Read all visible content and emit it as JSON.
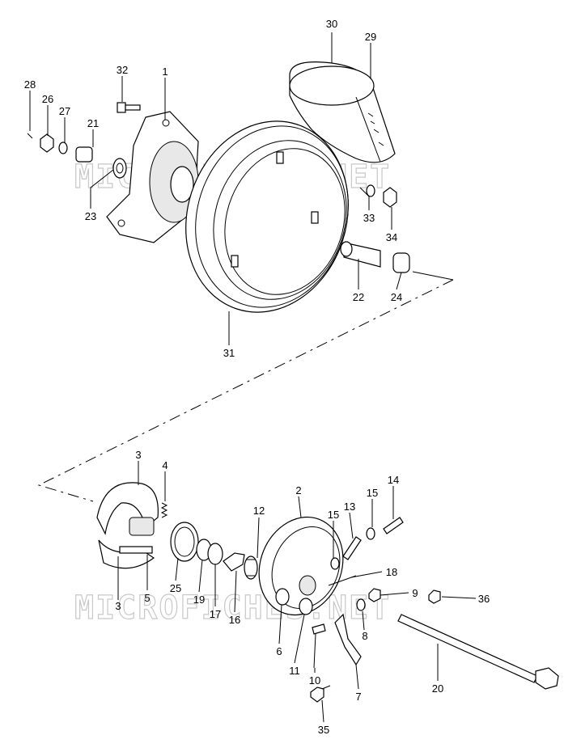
{
  "watermark": {
    "text_top": "MICROFICHES.NET",
    "text_bottom": "MICROFICHES.NET"
  },
  "callouts": [
    {
      "id": "c30",
      "label": "30"
    },
    {
      "id": "c29",
      "label": "29"
    },
    {
      "id": "c28",
      "label": "28"
    },
    {
      "id": "c32",
      "label": "32"
    },
    {
      "id": "c1",
      "label": "1"
    },
    {
      "id": "c26",
      "label": "26"
    },
    {
      "id": "c27",
      "label": "27"
    },
    {
      "id": "c21",
      "label": "21"
    },
    {
      "id": "c23",
      "label": "23"
    },
    {
      "id": "c33",
      "label": "33"
    },
    {
      "id": "c34",
      "label": "34"
    },
    {
      "id": "c22",
      "label": "22"
    },
    {
      "id": "c24",
      "label": "24"
    },
    {
      "id": "c31",
      "label": "31"
    },
    {
      "id": "c3a",
      "label": "3"
    },
    {
      "id": "c4",
      "label": "4"
    },
    {
      "id": "c3b",
      "label": "3"
    },
    {
      "id": "c5",
      "label": "5"
    },
    {
      "id": "c25",
      "label": "25"
    },
    {
      "id": "c19",
      "label": "19"
    },
    {
      "id": "c17",
      "label": "17"
    },
    {
      "id": "c16",
      "label": "16"
    },
    {
      "id": "c12",
      "label": "12"
    },
    {
      "id": "c2",
      "label": "2"
    },
    {
      "id": "c15a",
      "label": "15"
    },
    {
      "id": "c13",
      "label": "13"
    },
    {
      "id": "c15b",
      "label": "15"
    },
    {
      "id": "c14",
      "label": "14"
    },
    {
      "id": "c18",
      "label": "18"
    },
    {
      "id": "c9",
      "label": "9"
    },
    {
      "id": "c36",
      "label": "36"
    },
    {
      "id": "c8",
      "label": "8"
    },
    {
      "id": "c6",
      "label": "6"
    },
    {
      "id": "c11",
      "label": "11"
    },
    {
      "id": "c10",
      "label": "10"
    },
    {
      "id": "c7",
      "label": "7"
    },
    {
      "id": "c20",
      "label": "20"
    },
    {
      "id": "c35",
      "label": "35"
    }
  ]
}
